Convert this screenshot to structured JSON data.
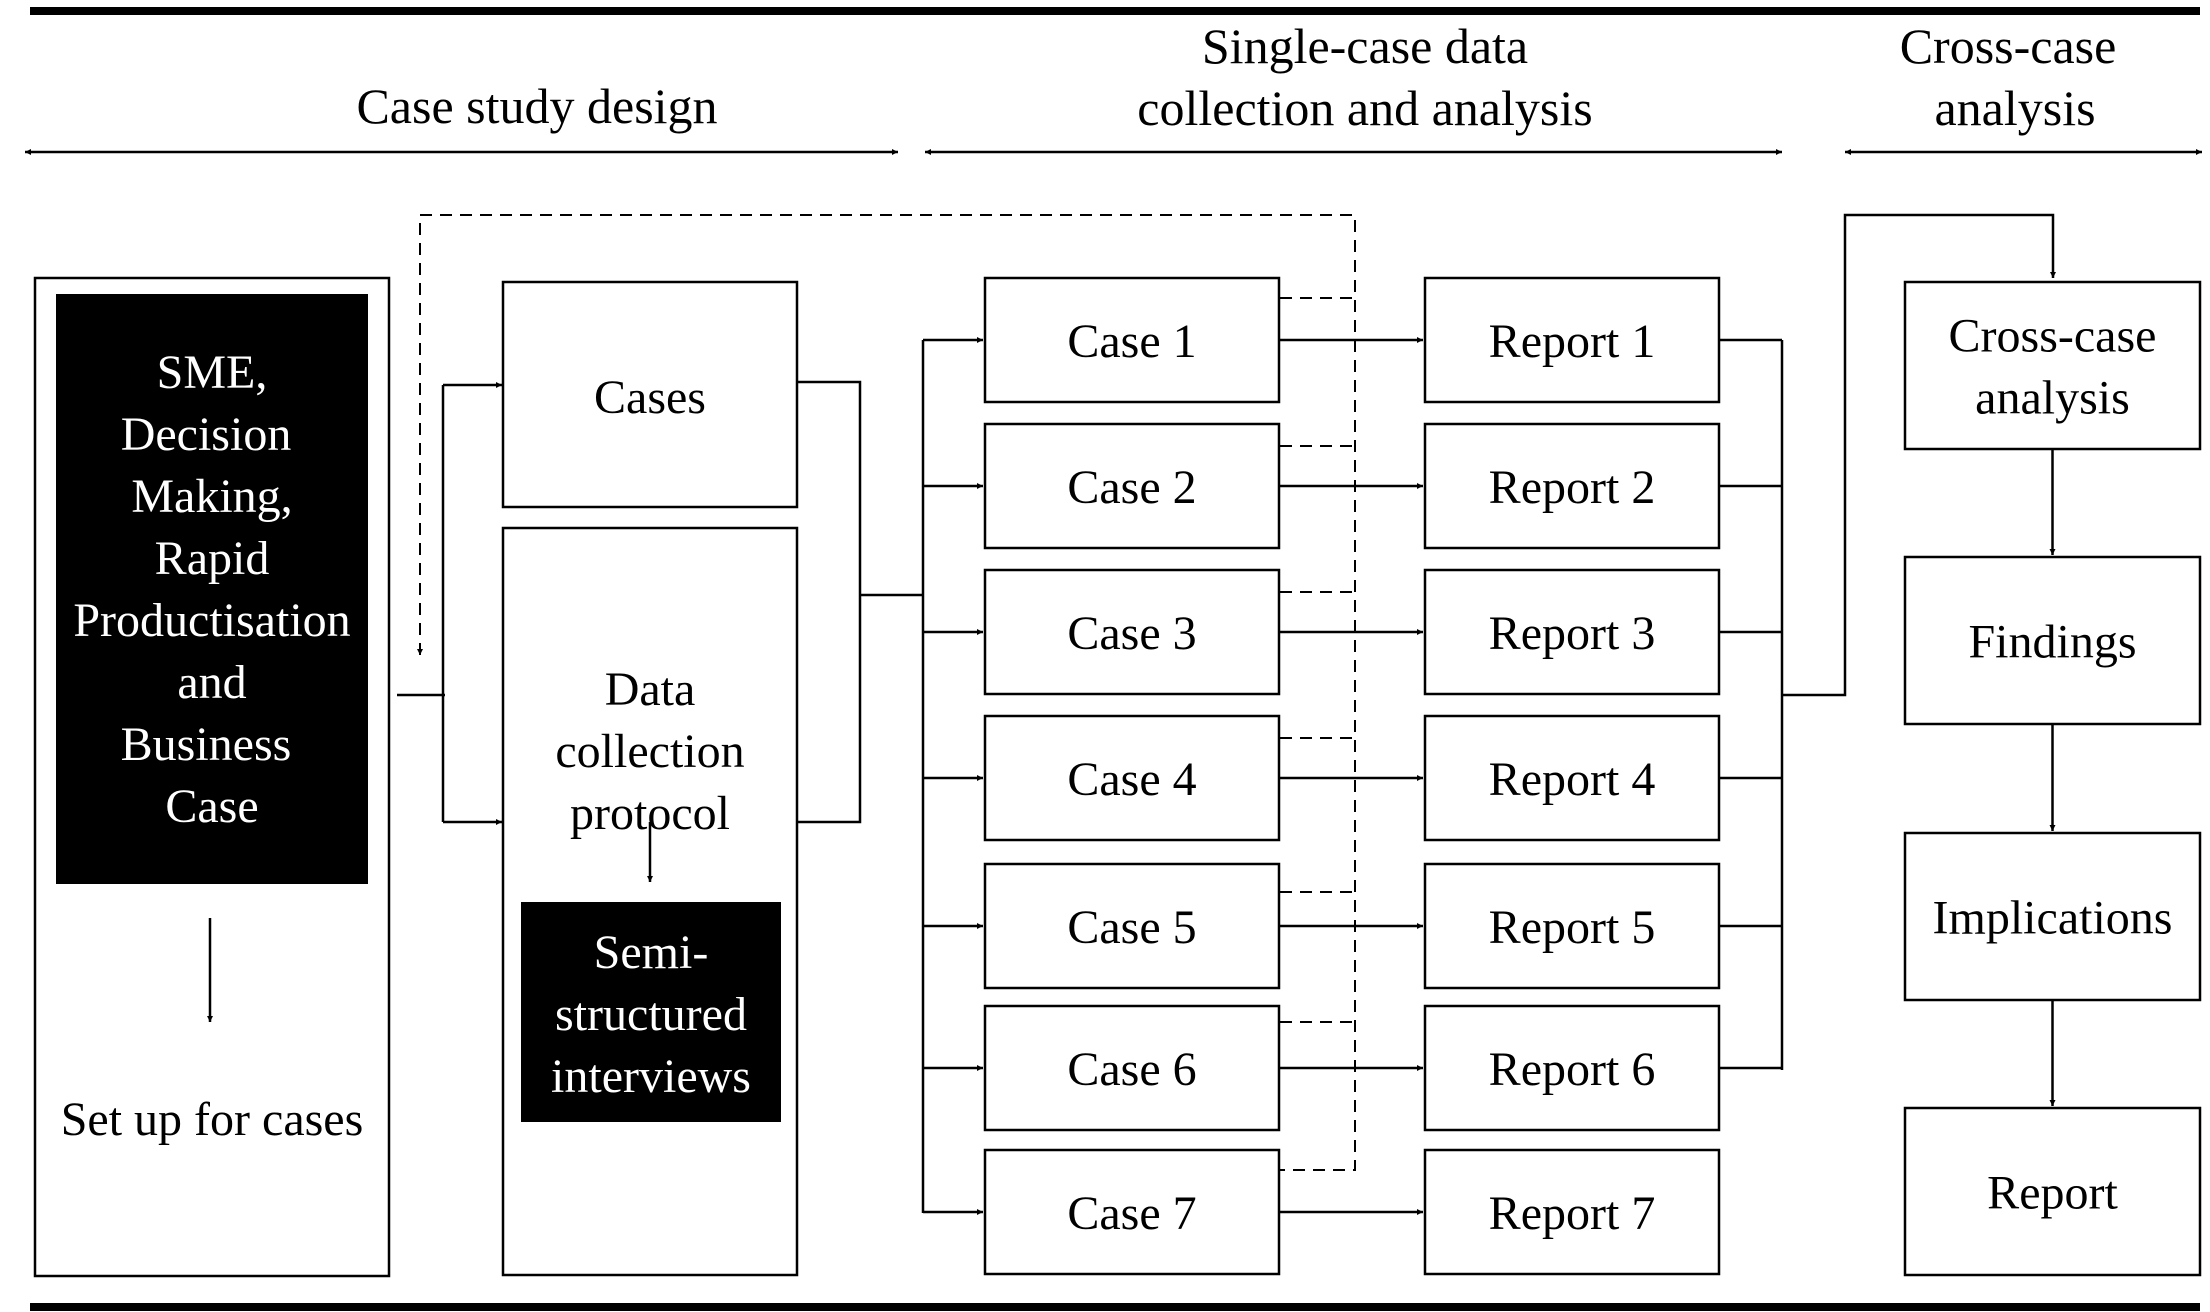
{
  "phases": {
    "design": "Case study design",
    "single_line1": "Single-case data",
    "single_line2": "collection and analysis",
    "cross_line1": "Cross-case",
    "cross_line2": "analysis"
  },
  "setup_block": {
    "focus_lines": [
      "SME,",
      "Decision",
      "Making,",
      "Rapid",
      "Productisation",
      "and",
      "Business",
      "Case"
    ],
    "caption": "Set up for cases"
  },
  "design_block": {
    "cases": "Cases",
    "protocol_lines": [
      "Data",
      "collection",
      "protocol"
    ],
    "interviews_lines": [
      "Semi-",
      "structured",
      "interviews"
    ]
  },
  "cases": [
    "Case 1",
    "Case 2",
    "Case 3",
    "Case 4",
    "Case 5",
    "Case 6",
    "Case 7"
  ],
  "reports": [
    "Report 1",
    "Report 2",
    "Report 3",
    "Report 4",
    "Report 5",
    "Report 6",
    "Report 7"
  ],
  "cross_steps": [
    {
      "lines": [
        "Cross-case",
        "analysis"
      ]
    },
    {
      "lines": [
        "Findings"
      ]
    },
    {
      "lines": [
        "Implications"
      ]
    },
    {
      "lines": [
        "Report"
      ]
    }
  ],
  "colors": {
    "ink": "#000000",
    "paper": "#ffffff"
  }
}
